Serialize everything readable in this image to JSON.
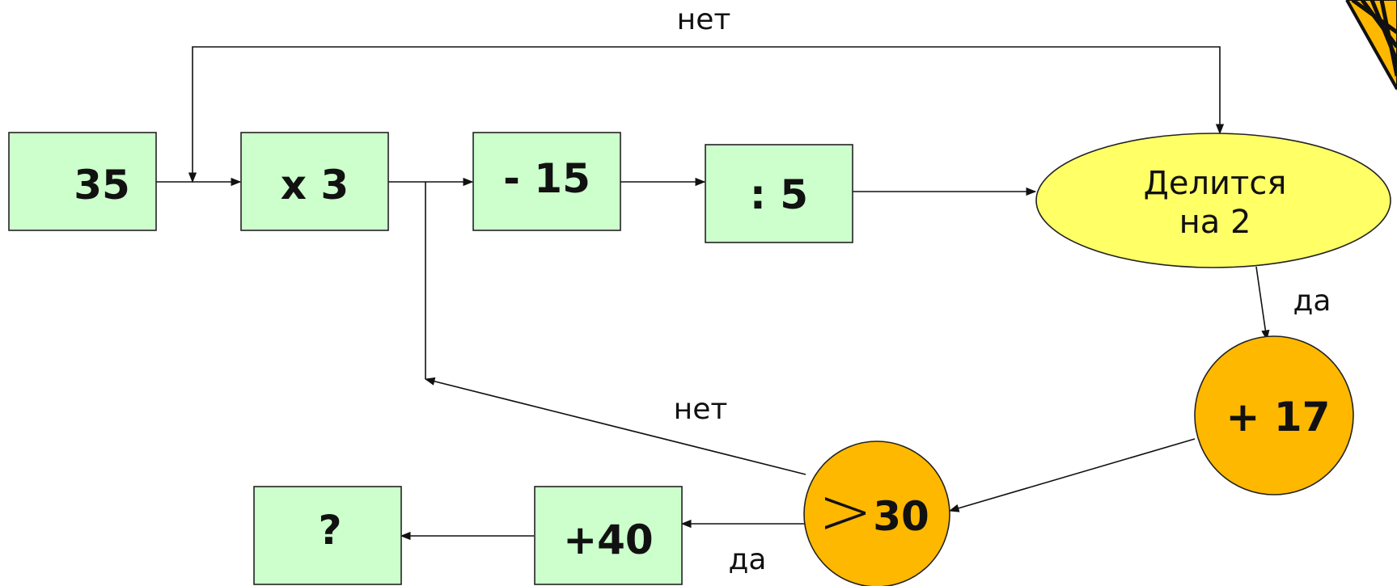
{
  "colors": {
    "process_box": "#ccffcc",
    "condition_ellipse": "#ffff66",
    "condition_circle": "#ffb800",
    "stroke": "#222222",
    "corner_decoration": "#ffb800"
  },
  "nodes": {
    "start": "35",
    "multiply": "x 3",
    "subtract": "- 15",
    "divide": ": 5",
    "check_even_line1": "Делится",
    "check_even_line2": "на 2",
    "add17": "+ 17",
    "check_gt30_symbol": ">",
    "check_gt30_value": "30",
    "add40": "+40",
    "result": "?"
  },
  "edge_labels": {
    "top_no": "нет",
    "even_yes": "да",
    "gt30_no": "нет",
    "gt30_yes": "да"
  },
  "decoration": {
    "corner_icon": "striped-fan-icon"
  }
}
